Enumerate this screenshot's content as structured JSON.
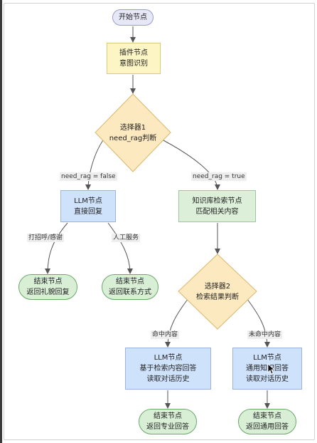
{
  "nodes": {
    "start": "开始节点",
    "plugin": {
      "line1": "插件节点",
      "line2": "意图识别"
    },
    "selector1": {
      "line1": "选择器1",
      "line2": "need_rag判断"
    },
    "llm_direct": {
      "line1": "LLM节点",
      "line2": "直接回复"
    },
    "kb_search": {
      "line1": "知识库检索节点",
      "line2": "匹配相关内容"
    },
    "end_greeting": {
      "line1": "结束节点",
      "line2": "返回礼貌回复"
    },
    "end_contact": {
      "line1": "结束节点",
      "line2": "返回联系方式"
    },
    "selector2": {
      "line1": "选择器2",
      "line2": "检索结果判断"
    },
    "llm_kb": {
      "line1": "LLM节点",
      "line2": "基于检索内容回答",
      "line3": "读取对话历史"
    },
    "llm_general": {
      "line1": "LLM节点",
      "line2": "通用知识回答",
      "line3": "读取对话历史"
    },
    "end_professional": {
      "line1": "结束节点",
      "line2": "返回专业回答"
    },
    "end_general": {
      "line1": "结束节点",
      "line2": "返回通用回答"
    }
  },
  "edges": {
    "need_rag_false": "need_rag = false",
    "need_rag_true": "need_rag = true",
    "greeting": "打招呼/感谢",
    "human_service": "人工服务",
    "hit": "命中内容",
    "miss": "未命中内容"
  },
  "colors": {
    "start": "#e6e8f7",
    "plugin": "#fdf5c4",
    "selector": "#fde9bf",
    "llm": "#cfe2fb",
    "knowledge": "#dcefd9",
    "end": "#d8efd6",
    "edge": "#555555"
  }
}
